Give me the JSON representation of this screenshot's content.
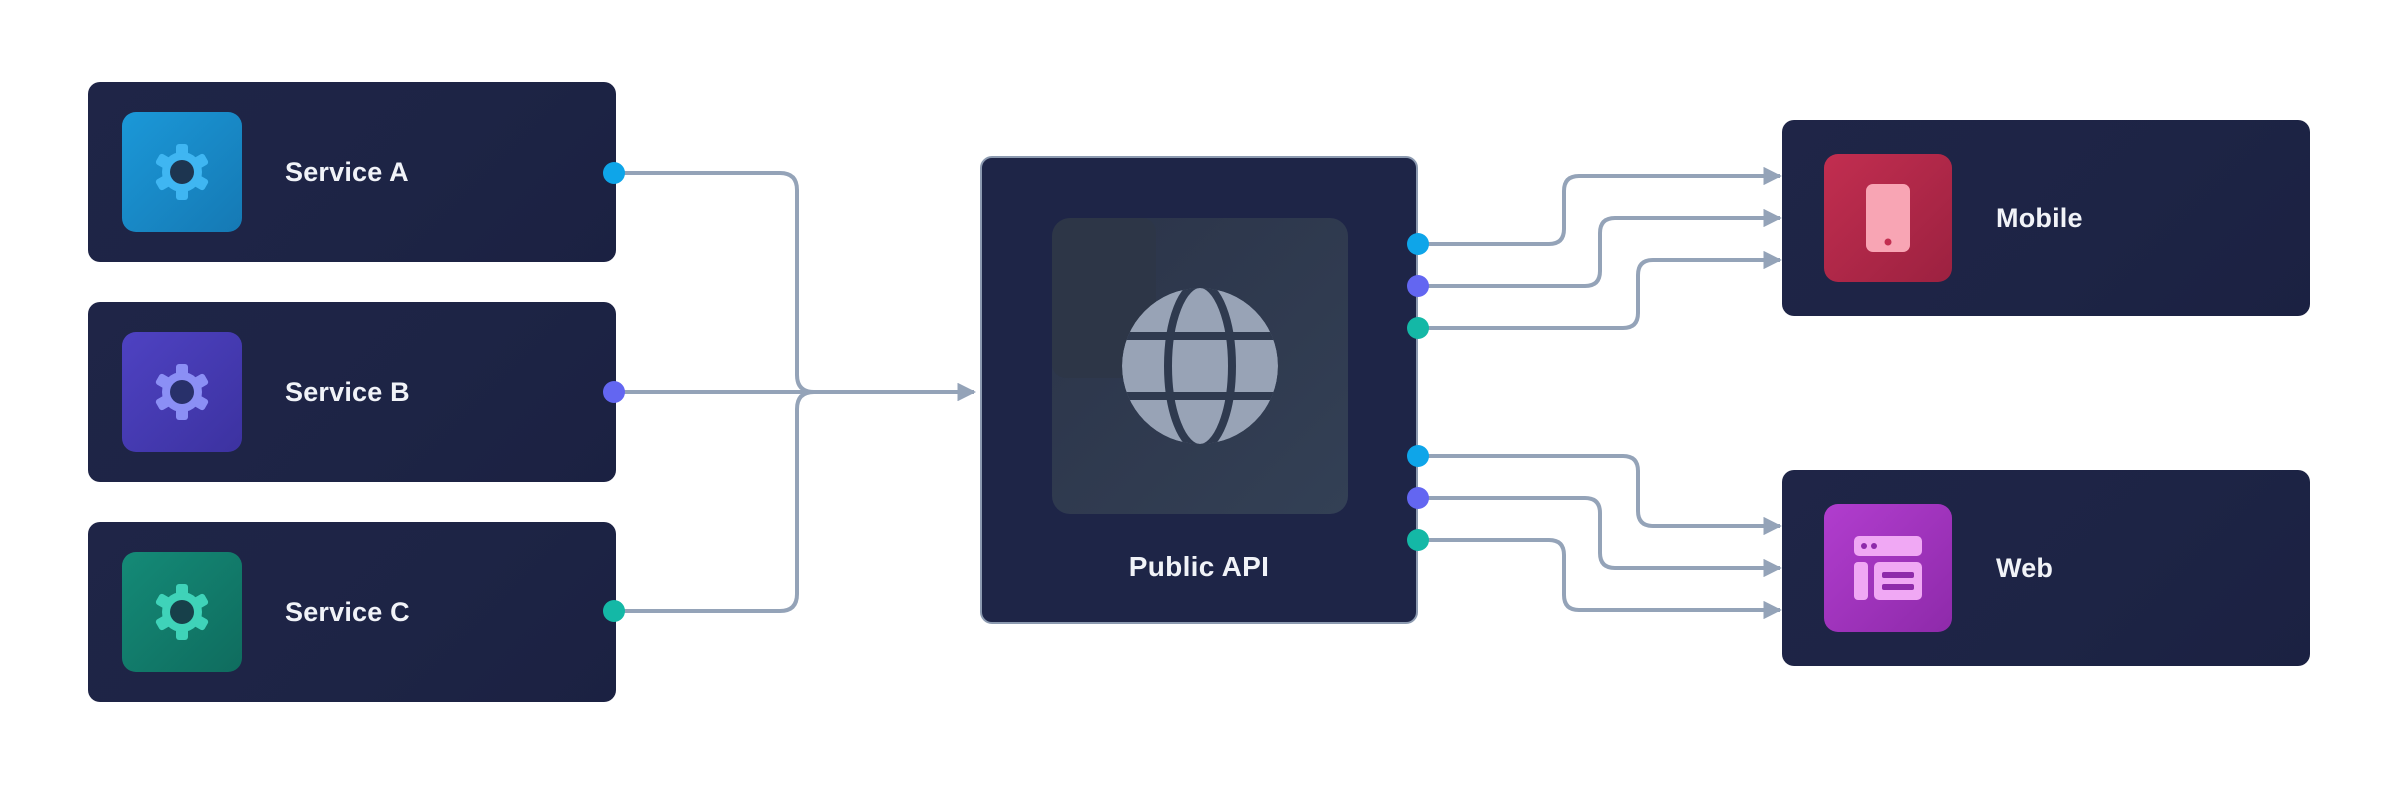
{
  "services": [
    {
      "id": "a",
      "label": "Service A",
      "tile_color": "#1e8fd0",
      "gear_color": "#3fb6f2",
      "port_color": "#0ea5e9"
    },
    {
      "id": "b",
      "label": "Service B",
      "tile_color": "#4a3fb8",
      "gear_color": "#8b8ff5",
      "port_color": "#6366f1"
    },
    {
      "id": "c",
      "label": "Service C",
      "tile_color": "#12806f",
      "gear_color": "#3fd3b9",
      "port_color": "#14b8a6"
    }
  ],
  "api": {
    "label": "Public API",
    "icon": "globe-icon",
    "icon_color": "#98a3b6"
  },
  "clients": [
    {
      "id": "mobile",
      "label": "Mobile",
      "icon": "phone-icon",
      "tile_color": "#b8294a",
      "icon_color": "#f8a5b4"
    },
    {
      "id": "web",
      "label": "Web",
      "icon": "browser-icon",
      "tile_color": "#a636c4",
      "icon_color": "#f0a8f4"
    }
  ],
  "colors": {
    "connector": "#94a3b8",
    "card_bg": "#1f2547",
    "api_border": "#8c9ab0"
  }
}
